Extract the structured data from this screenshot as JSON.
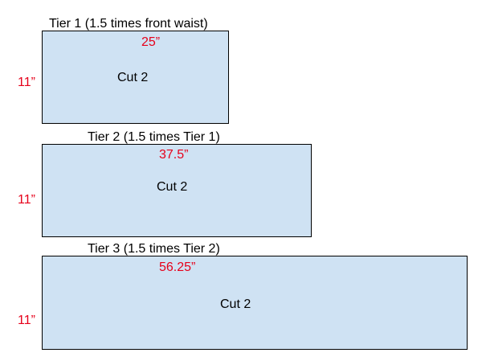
{
  "tiers": [
    {
      "title": "Tier 1 (1.5 times front waist)",
      "width": "25”",
      "height": "11”",
      "cut": "Cut 2"
    },
    {
      "title": "Tier 2 (1.5 times Tier 1)",
      "width": "37.5”",
      "height": "11”",
      "cut": "Cut 2"
    },
    {
      "title": "Tier 3 (1.5 times Tier 2)",
      "width": "56.25”",
      "height": "11”",
      "cut": "Cut 2"
    }
  ],
  "colors": {
    "panel_fill": "#cfe2f3",
    "panel_border": "#000000",
    "measure_text": "#e6001a",
    "text": "#000000"
  }
}
